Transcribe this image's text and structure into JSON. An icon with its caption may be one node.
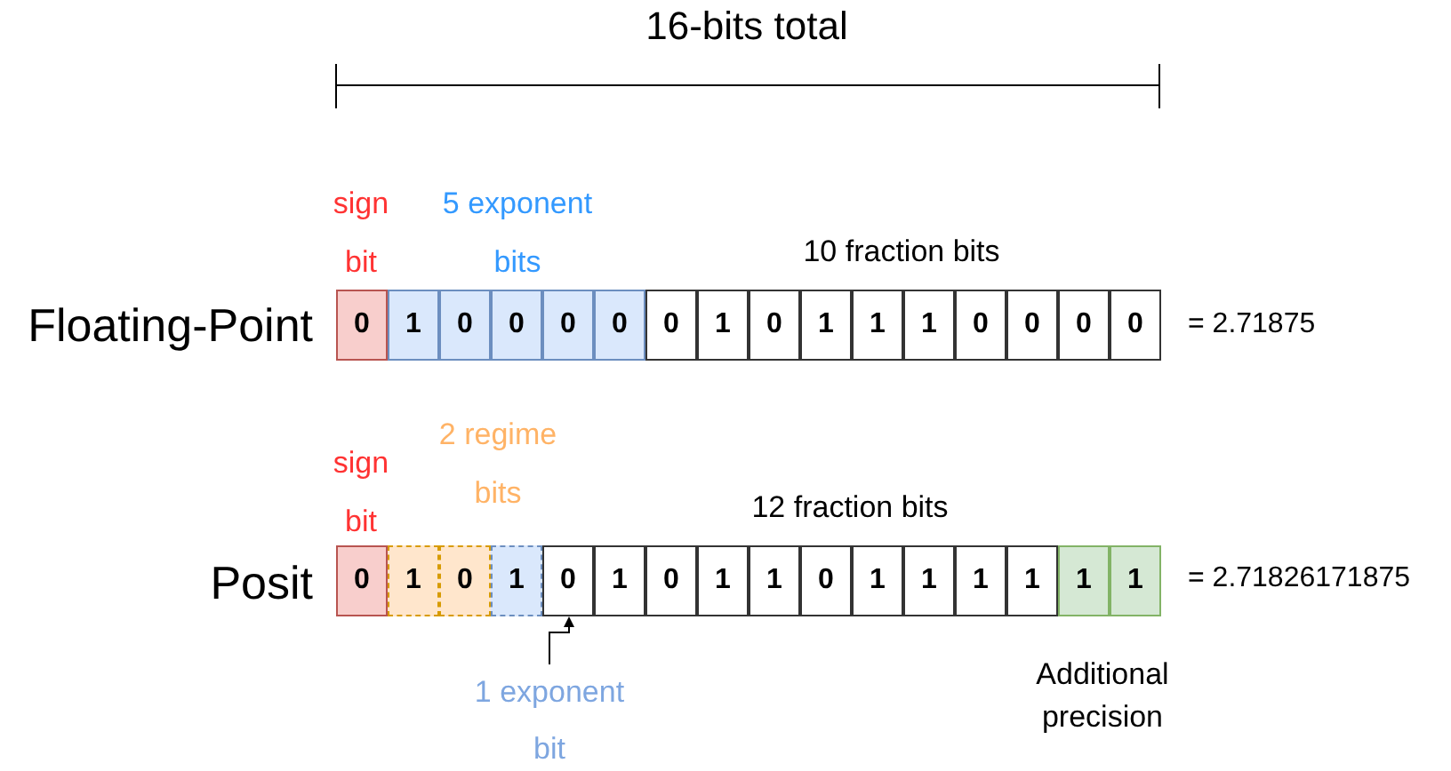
{
  "diagram": {
    "nodes": [
      {
        "text": [
          "0"
        ]
      },
      {
        "text": [
          "1"
        ]
      },
      {
        "text": [
          "0"
        ]
      },
      {
        "text": [
          "0"
        ]
      },
      {
        "text": [
          "0"
        ]
      },
      {
        "text": [
          "0"
        ]
      },
      {
        "text": [
          "0"
        ]
      },
      {
        "text": [
          "1"
        ]
      },
      {
        "text": [
          "0"
        ]
      },
      {
        "text": [
          "1"
        ]
      },
      {
        "text": [
          "1"
        ]
      },
      {
        "text": [
          "1"
        ]
      },
      {
        "text": [
          "0"
        ]
      },
      {
        "text": [
          "0"
        ]
      },
      {
        "text": [
          "0"
        ]
      },
      {
        "text": [
          "0"
        ]
      },
      {
        "text": [
          "0"
        ]
      },
      {
        "text": [
          "1"
        ]
      },
      {
        "text": [
          "0"
        ]
      },
      {
        "text": [
          "1"
        ]
      },
      {
        "text": [
          "0"
        ]
      },
      {
        "text": [
          "1"
        ]
      },
      {
        "text": [
          "0"
        ]
      },
      {
        "text": [
          "1"
        ]
      },
      {
        "text": [
          "1"
        ]
      },
      {
        "text": [
          "0"
        ]
      },
      {
        "text": [
          "1"
        ]
      },
      {
        "text": [
          "1"
        ]
      },
      {
        "text": [
          "1"
        ]
      },
      {
        "text": [
          "1"
        ]
      },
      {
        "text": [
          "1"
        ]
      },
      {
        "text": [
          "1"
        ]
      },
      {
        "text": [
          "1 exponent bit"
        ]
      }
    ],
    "edges": [
      {
        "from": 32,
        "to": 20,
        "arrow": "to"
      }
    ],
    "labels": [
      "16-bits total",
      "sign bit",
      "5 exponent bits",
      "10 fraction bits",
      "Floating-Point",
      "= 2.71875",
      "2 regime bits",
      "sign bit",
      "12 fraction bits",
      "Posit",
      "= 2.71826171875",
      "Additional precision"
    ]
  }
}
